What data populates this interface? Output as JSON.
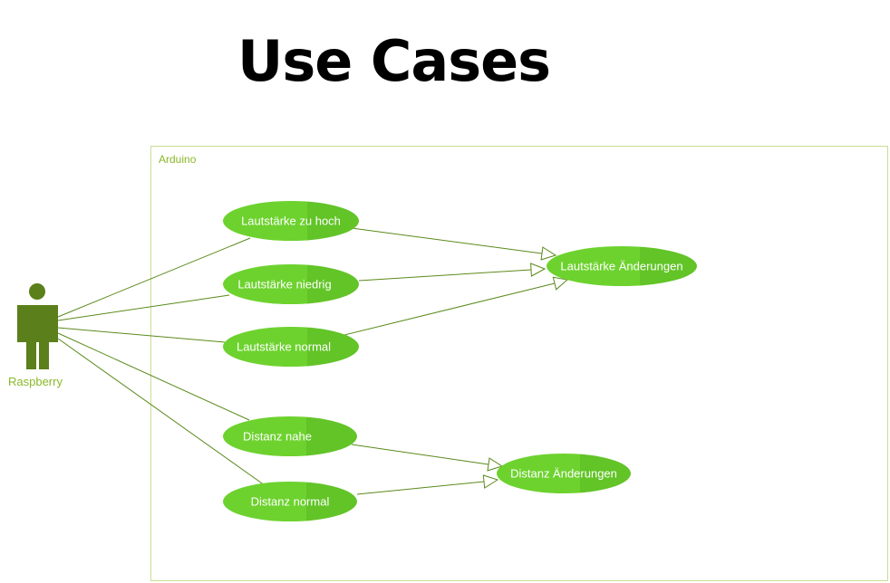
{
  "title": "Use Cases",
  "system": {
    "label": "Arduino"
  },
  "actor": {
    "label": "Raspberry"
  },
  "use_cases": {
    "lautstaerke_zu_hoch": "Lautstärke zu hoch",
    "lautstaerke_niedrig": "Lautstärke niedrig",
    "lautstaerke_normal": "Lautstärke normal",
    "lautstaerke_aenderungen": "Lautstärke Änderungen",
    "distanz_nahe": "Distanz nahe",
    "distanz_normal": "Distanz normal",
    "distanz_aenderungen": "Distanz Änderungen"
  },
  "colors": {
    "actor": "#5b7f1a",
    "use_case_fill": "#6dd22e",
    "use_case_fill_light": "#7fe040",
    "connector": "#5b8a1c",
    "boundary": "#c5df94",
    "label_green": "#8ab82a"
  }
}
